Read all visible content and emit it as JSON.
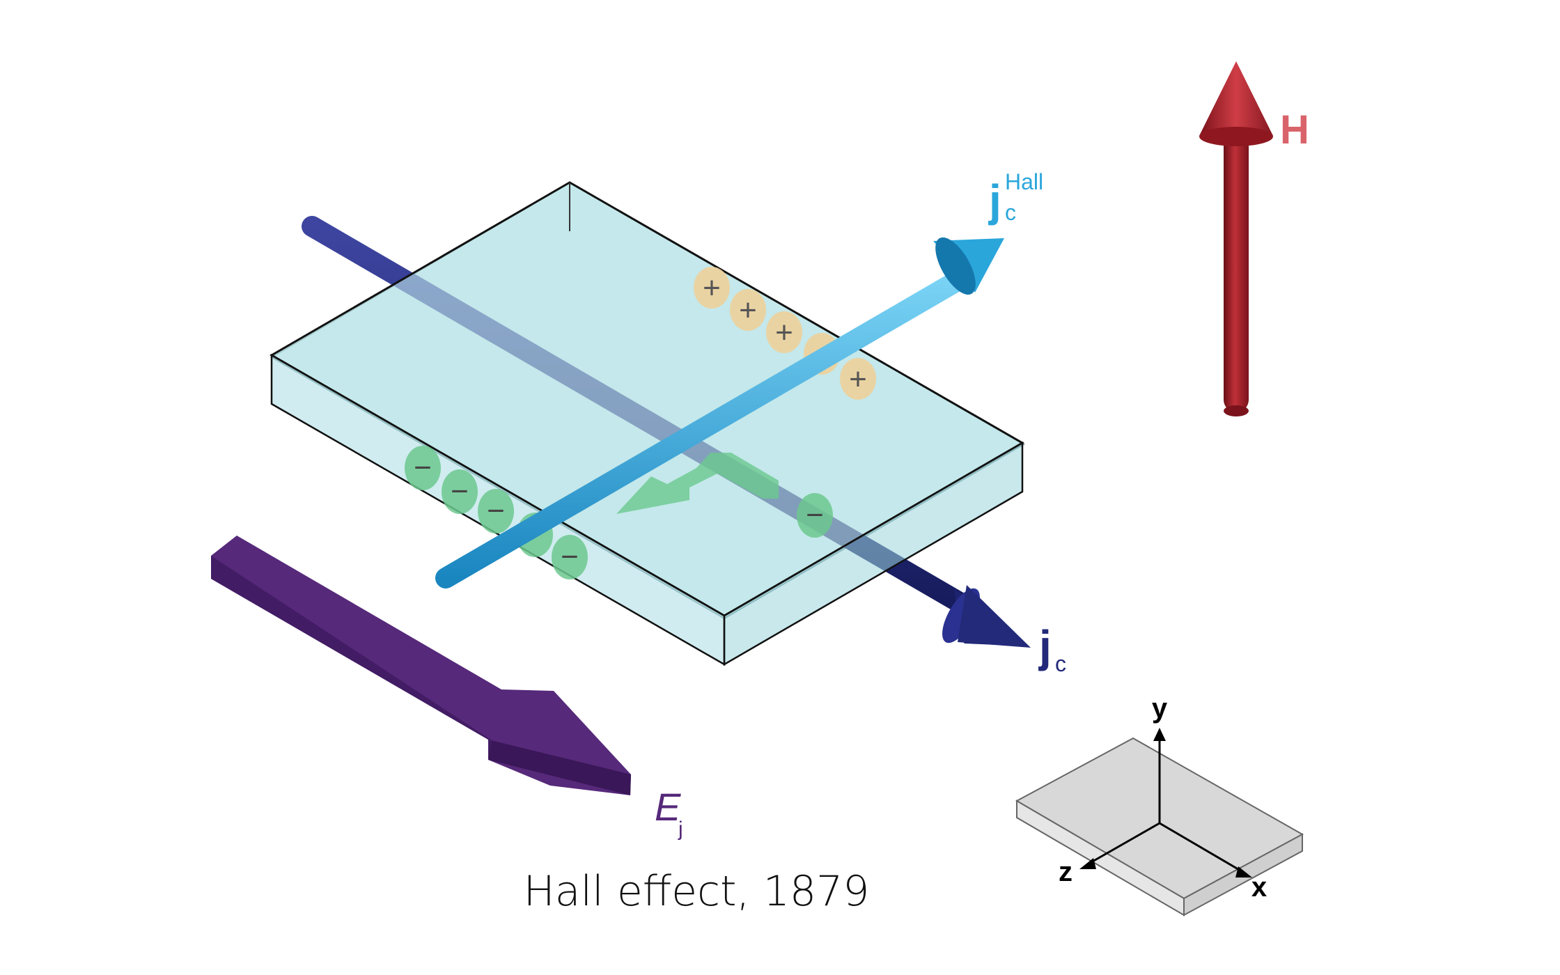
{
  "caption": "Hall effect, 1879",
  "labels": {
    "H": "H",
    "jc_hall_main": "j",
    "jc_hall_sub": "c",
    "jc_hall_sup": "Hall",
    "jc_main": "j",
    "jc_sub": "c",
    "E_main": "E",
    "E_sub": "j"
  },
  "axes": {
    "y": "y",
    "z": "z",
    "x": "x"
  },
  "charges": {
    "positive": "+",
    "negative": "−"
  },
  "colors": {
    "H_arrow": "#9e1c24",
    "H_label": "#d9636b",
    "jc_hall": "#2aa6db",
    "jc": "#232a7a",
    "E_arrow": "#56297a",
    "slab": "#bfe6ea",
    "positive_charge": "#f1cf96",
    "negative_charge": "#6cc88e"
  }
}
